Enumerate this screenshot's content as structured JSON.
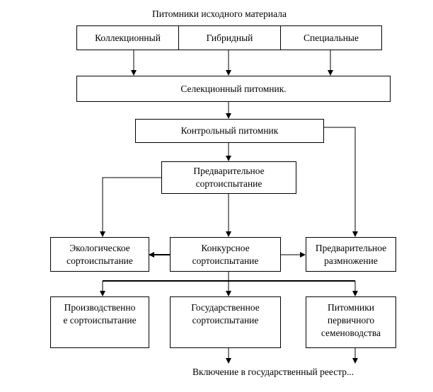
{
  "title": "Питомники исходного материала",
  "source_nurseries": [
    "Коллекционный",
    "Гибридный",
    "Специальные"
  ],
  "selection": "Селекционный питомник.",
  "control": "Контрольный питомник",
  "preliminary": [
    "Предварительное",
    "сортоиспытание"
  ],
  "ecological": [
    "Экологическое",
    "сортоиспытание"
  ],
  "competitive": [
    "Конкурсное",
    "сортоиспытание"
  ],
  "propagation": [
    "Предварительное",
    "размножение"
  ],
  "production": [
    "Производственно",
    "е сортоиспытание"
  ],
  "state": [
    "Государственное",
    "сортоиспытание"
  ],
  "seed_nurseries": [
    "Питомники",
    "первичного",
    "семеноводства"
  ],
  "final": "Включение в государственный реестр..."
}
